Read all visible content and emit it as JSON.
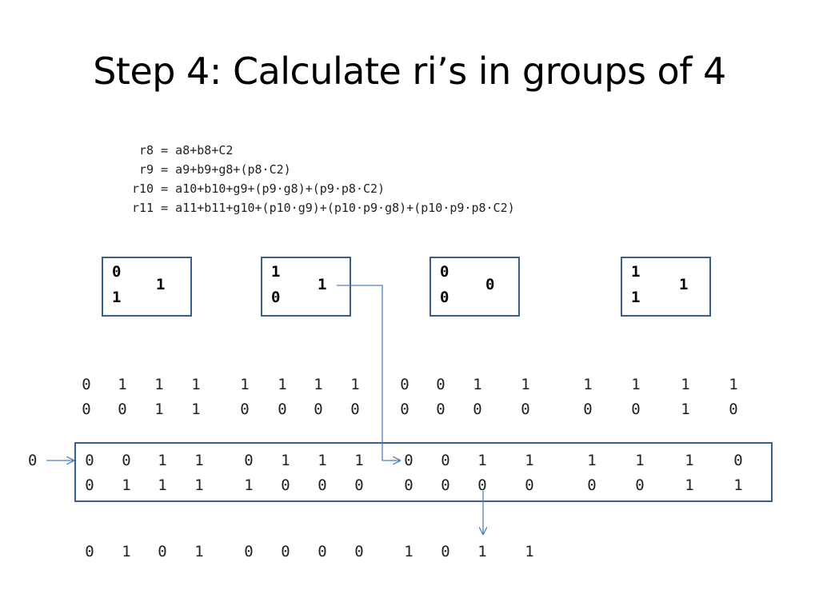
{
  "title": "Step 4: Calculate ri’s in groups of 4",
  "equations": [
    " r8 = a8+b8+C2",
    " r9 = a9+b9+g8+(p8·C2)",
    "r10 = a10+b10+g9+(p9·g8)+(p9·p8·C2)",
    "r11 = a11+b11+g10+(p10·g9)+(p10·p9·g8)+(p10·p9·p8·C2)"
  ],
  "group_boxes": [
    {
      "top": "0",
      "bottom": "1",
      "result": "1"
    },
    {
      "top": "1",
      "bottom": "0",
      "result": "1"
    },
    {
      "top": "0",
      "bottom": "0",
      "result": "0"
    },
    {
      "top": "1",
      "bottom": "1",
      "result": "1"
    }
  ],
  "rows": {
    "row_a": [
      "0",
      "1",
      "1",
      "1",
      "1",
      "1",
      "1",
      "1",
      "0",
      "0",
      "1",
      "1",
      "1",
      "1",
      "1",
      "1"
    ],
    "row_b": [
      "0",
      "0",
      "1",
      "1",
      "0",
      "0",
      "0",
      "0",
      "0",
      "0",
      "0",
      "0",
      "0",
      "0",
      "1",
      "0"
    ],
    "row_c": [
      "0",
      "0",
      "1",
      "1",
      "0",
      "1",
      "1",
      "1",
      "0",
      "0",
      "1",
      "1",
      "1",
      "1",
      "1",
      "0"
    ],
    "row_d": [
      "0",
      "1",
      "1",
      "1",
      "1",
      "0",
      "0",
      "0",
      "0",
      "0",
      "0",
      "0",
      "0",
      "0",
      "1",
      "1"
    ],
    "result": [
      "0",
      "1",
      "0",
      "1",
      "0",
      "0",
      "0",
      "0",
      "1",
      "0",
      "1",
      "1"
    ]
  },
  "carry_in": "0",
  "colors": {
    "box_border": "#3a5f8f",
    "arrow": "#4f81bd"
  }
}
